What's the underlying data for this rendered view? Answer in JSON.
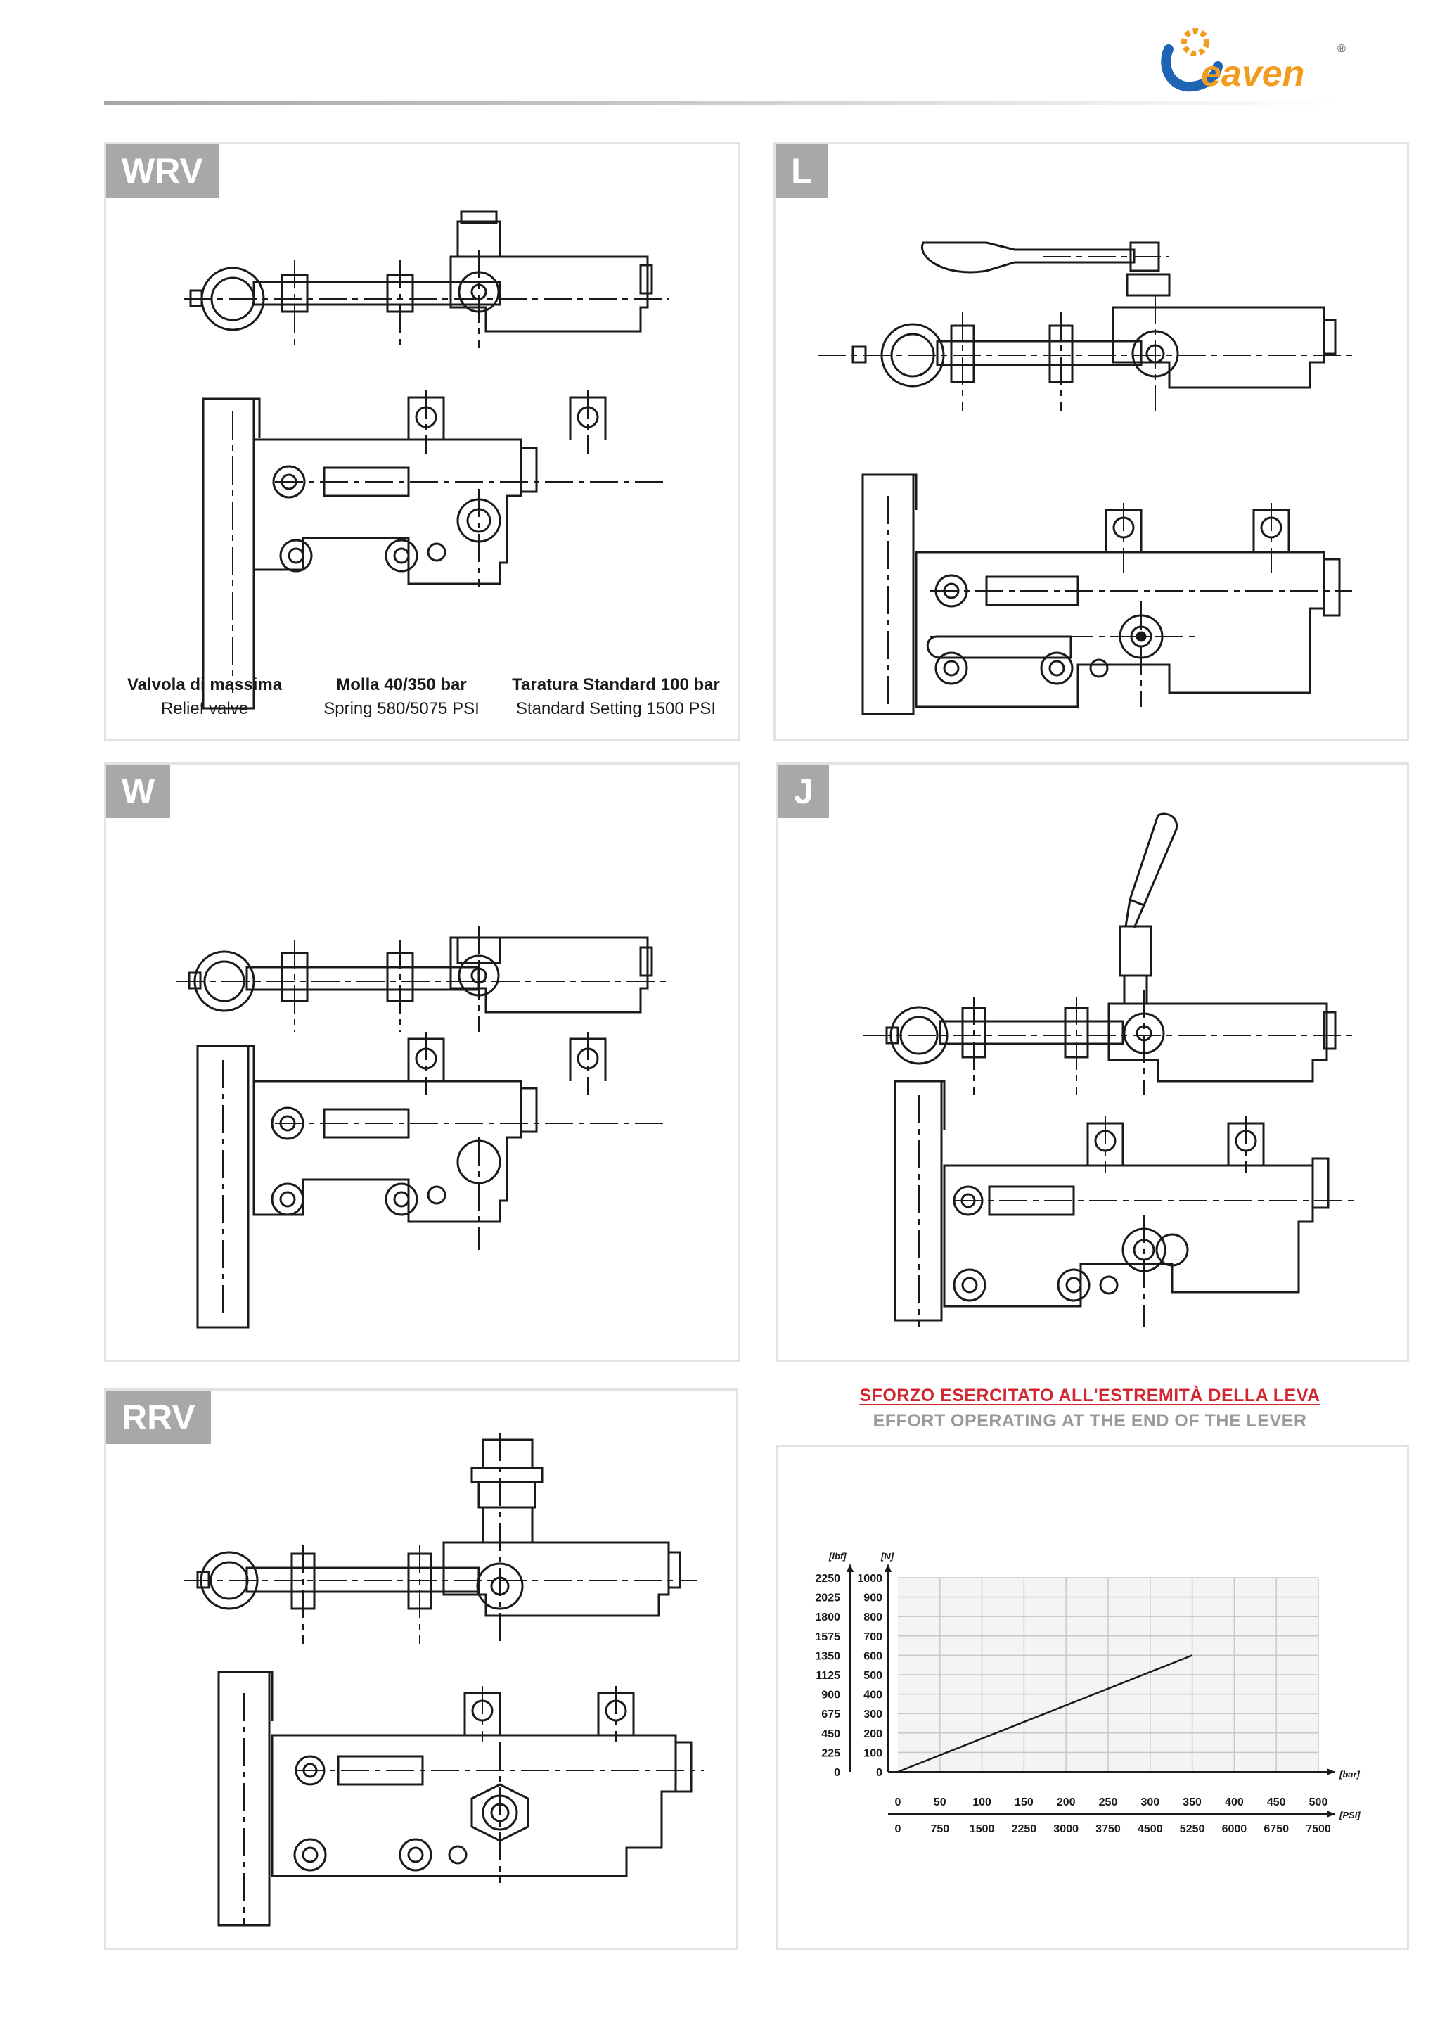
{
  "brand": {
    "name": "Yeaven",
    "registered": "®"
  },
  "panels": [
    {
      "id": "WRV",
      "label": "WRV"
    },
    {
      "id": "L",
      "label": "L"
    },
    {
      "id": "W",
      "label": "W"
    },
    {
      "id": "J",
      "label": "J"
    },
    {
      "id": "RRV",
      "label": "RRV"
    }
  ],
  "wrv_captions": [
    {
      "title": "Valvola di massima",
      "subtitle": "Relief valve"
    },
    {
      "title": "Molla 40/350 bar",
      "subtitle": "Spring 580/5075 PSI"
    },
    {
      "title": "Taratura Standard 100 bar",
      "subtitle": "Standard Setting 1500 PSI"
    }
  ],
  "chart_heading": {
    "italian": "SFORZO ESERCITATO ALL'ESTREMITÀ DELLA LEVA",
    "english": "EFFORT OPERATING AT THE END OF THE LEVER"
  },
  "colors": {
    "accent_red": "#d22630",
    "panel_tag": "#a8a8a8",
    "grid": "#c8c8c8"
  },
  "chart_data": {
    "type": "line",
    "title": "",
    "y_units": {
      "lbf": "[lbf]",
      "N": "[N]"
    },
    "x_units": {
      "bar": "[bar]",
      "psi": "[PSI]"
    },
    "y_ticks_lbf": [
      "0",
      "225",
      "450",
      "675",
      "900",
      "1125",
      "1350",
      "1575",
      "1800",
      "2025",
      "2250"
    ],
    "y_ticks_N": [
      "0",
      "100",
      "200",
      "300",
      "400",
      "500",
      "600",
      "700",
      "800",
      "900",
      "1000"
    ],
    "x_ticks_bar": [
      "0",
      "50",
      "100",
      "150",
      "200",
      "250",
      "300",
      "350",
      "400",
      "450",
      "500"
    ],
    "x_ticks_psi": [
      "0",
      "750",
      "1500",
      "2250",
      "3000",
      "3750",
      "4500",
      "5250",
      "6000",
      "6750",
      "7500"
    ],
    "xlim": [
      0,
      500
    ],
    "ylim": [
      0,
      1000
    ],
    "grid": true,
    "series": [
      {
        "x": [
          0,
          350
        ],
        "y": [
          0,
          600
        ]
      }
    ]
  }
}
